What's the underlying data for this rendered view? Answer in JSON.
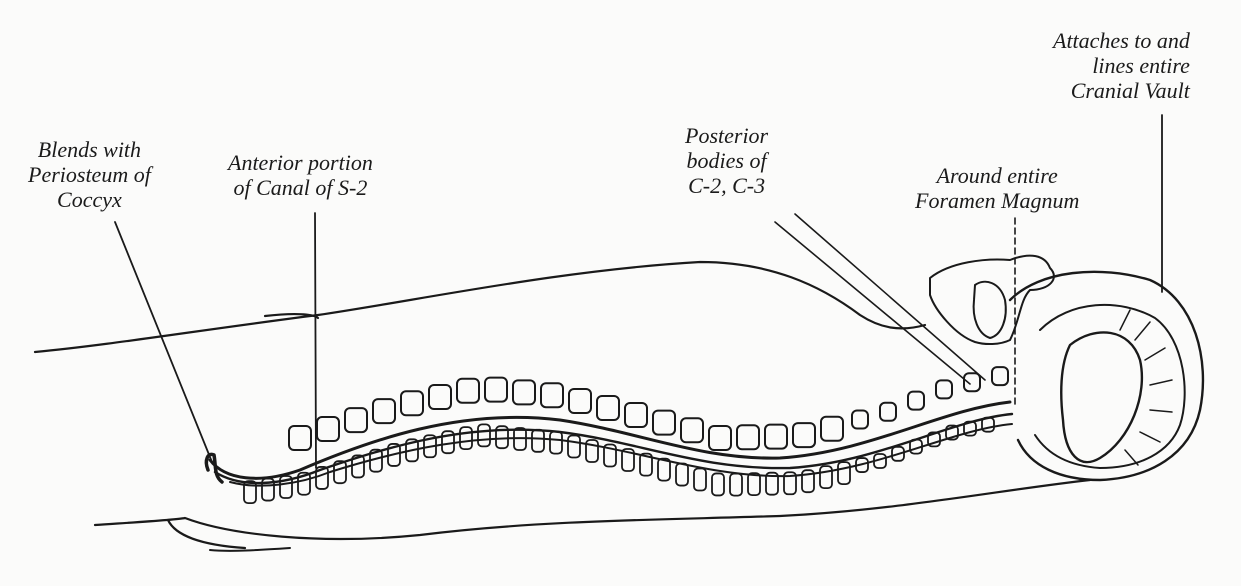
{
  "labels": {
    "coccyx": [
      "Blends with",
      "Periosteum of",
      "Coccyx"
    ],
    "s2": [
      "Anterior portion",
      "of Canal of S-2"
    ],
    "c2c3": [
      "Posterior",
      "bodies of",
      "C-2, C-3"
    ],
    "foramen": [
      "Around entire",
      "Foramen Magnum"
    ],
    "cranial": [
      "Attaches to and",
      "lines entire",
      "Cranial Vault"
    ]
  }
}
